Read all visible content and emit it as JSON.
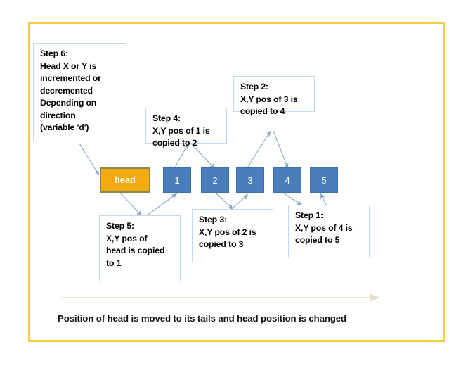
{
  "frame": {
    "border_color": "#f2cd41"
  },
  "palette": {
    "head_fill": "#f4ab0e",
    "head_border": "#8a8659",
    "body_fill": "#4a7ebb",
    "body_border": "#3f6fa8",
    "note_border": "#c6d9e8",
    "connector": "#8aa7c4",
    "baseline_arrow": "#e6ddc6"
  },
  "notes": [
    {
      "id": "step6",
      "lines": [
        "Step 6:",
        "Head X or Y is",
        "incremented or",
        "decremented",
        "Depending on",
        "direction",
        "(variable 'd')"
      ]
    },
    {
      "id": "step4",
      "lines": [
        "Step 4:",
        "X,Y pos of 1 is",
        "copied to 2"
      ]
    },
    {
      "id": "step2",
      "lines": [
        "Step 2:",
        "X,Y pos of 3 is",
        "copied to 4"
      ]
    },
    {
      "id": "step5",
      "lines": [
        "Step 5:",
        "X,Y pos of",
        "head is copied",
        "to 1"
      ]
    },
    {
      "id": "step3",
      "lines": [
        "Step 3:",
        "X,Y pos of 2 is",
        "copied to 3"
      ]
    },
    {
      "id": "step1",
      "lines": [
        "Step 1:",
        "X,Y pos of 4 is",
        "copied to 5"
      ]
    }
  ],
  "snake": {
    "head_label": "head",
    "segments": [
      "1",
      "2",
      "3",
      "4",
      "5"
    ]
  },
  "caption": "Position of head is moved to its tails and head position is changed"
}
